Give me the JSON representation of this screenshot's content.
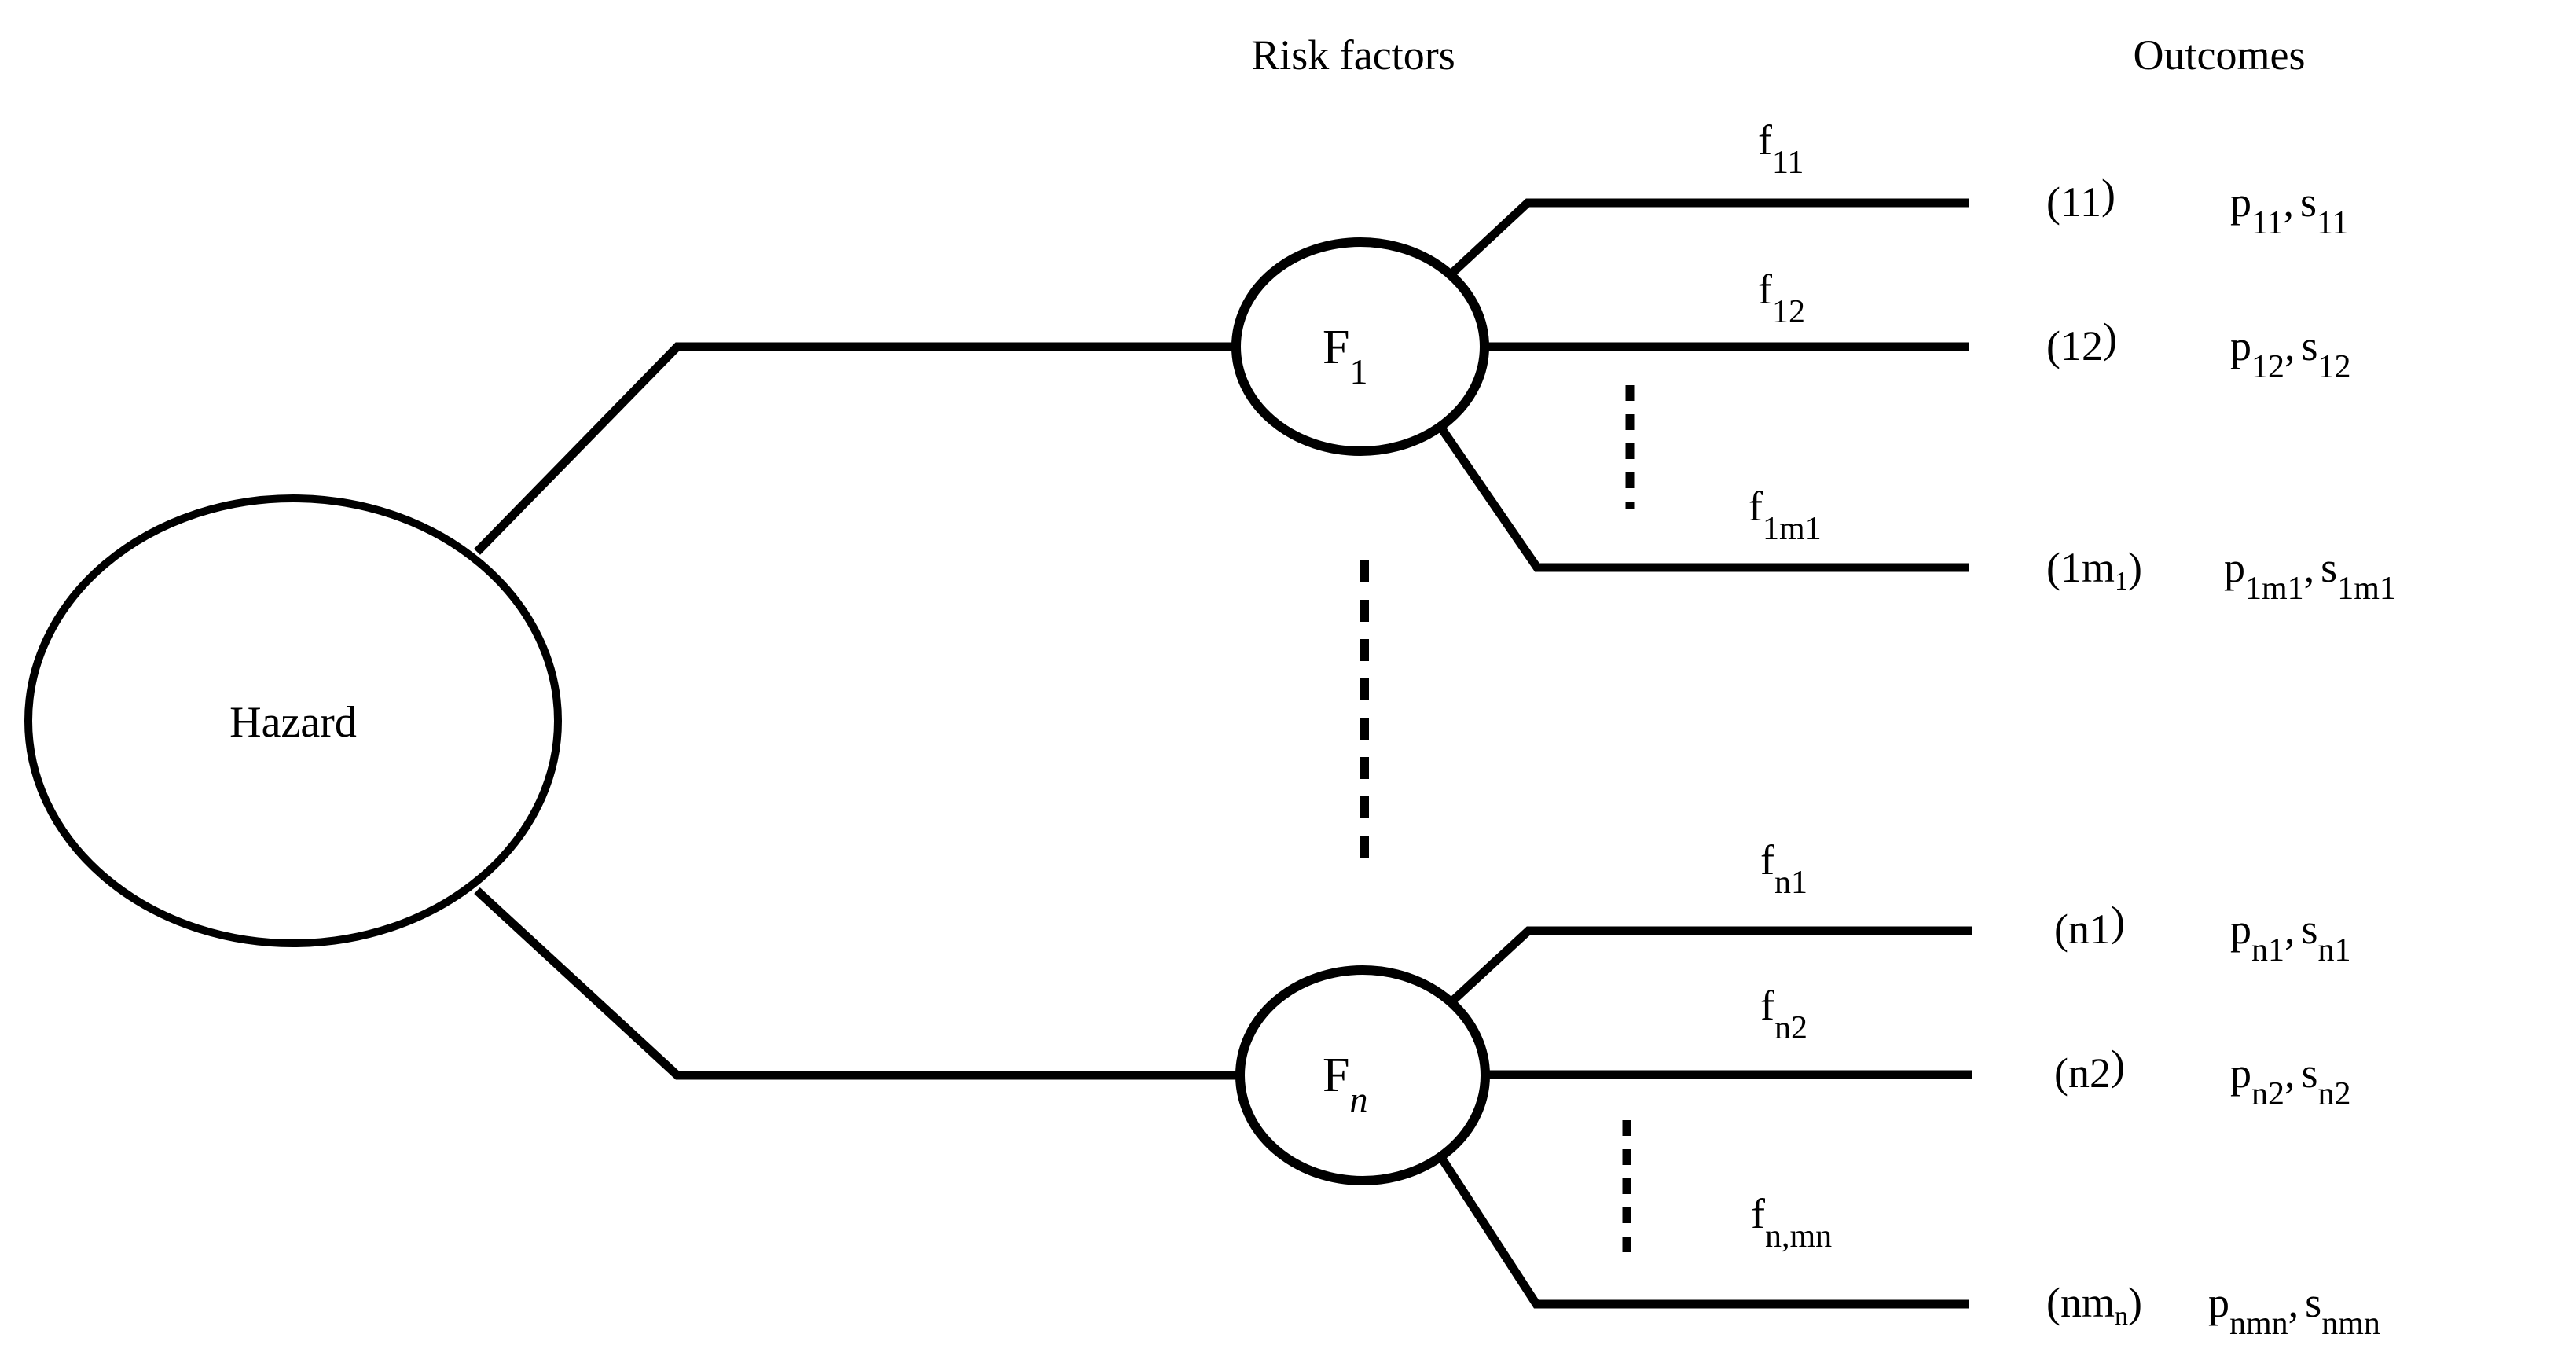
{
  "figure": {
    "background": "#ffffff",
    "ink": "#000000",
    "headers": {
      "risk_factors": "Risk factors",
      "outcomes": "Outcomes"
    },
    "hazard": {
      "label": "Hazard"
    },
    "factors": {
      "f1": {
        "main": "F",
        "sub": "1"
      },
      "fn": {
        "main": "F",
        "sub": "n"
      }
    },
    "branch_labels": {
      "b11": {
        "main": "f",
        "sub": "11"
      },
      "b12": {
        "main": "f",
        "sub": "12"
      },
      "b1m1": {
        "main": "f",
        "sub": "1m1"
      },
      "bn1": {
        "main": "f",
        "sub": "n1"
      },
      "bn2": {
        "main": "f",
        "sub": "n2"
      },
      "bnmn": {
        "main": "f",
        "sub": "n,mn"
      }
    },
    "outcomes": [
      {
        "tag_pre": "(11",
        "tag_sub": "",
        "tag_post": ")",
        "p": "p",
        "p_sub": "11",
        "sep": ",",
        "s": "s",
        "s_sub": "11"
      },
      {
        "tag_pre": "(12",
        "tag_sub": "",
        "tag_post": ")",
        "p": "p",
        "p_sub": "12",
        "sep": ",",
        "s": "s",
        "s_sub": "12"
      },
      {
        "tag_pre": "(1m",
        "tag_sub": "1",
        "tag_post": ")",
        "p": "p",
        "p_sub": "1m1",
        "sep": ",",
        "s": "s",
        "s_sub": "1m1"
      },
      {
        "tag_pre": "(n1",
        "tag_sub": "",
        "tag_post": ")",
        "p": "p",
        "p_sub": "n1",
        "sep": ",",
        "s": "s",
        "s_sub": "n1"
      },
      {
        "tag_pre": "(n2",
        "tag_sub": "",
        "tag_post": ")",
        "p": "p",
        "p_sub": "n2",
        "sep": ",",
        "s": "s",
        "s_sub": "n2"
      },
      {
        "tag_pre": "(nm",
        "tag_sub": "n",
        "tag_post": ")",
        "p": "p",
        "p_sub": "nmn",
        "sep": ",",
        "s": "s",
        "s_sub": "nmn"
      }
    ]
  }
}
